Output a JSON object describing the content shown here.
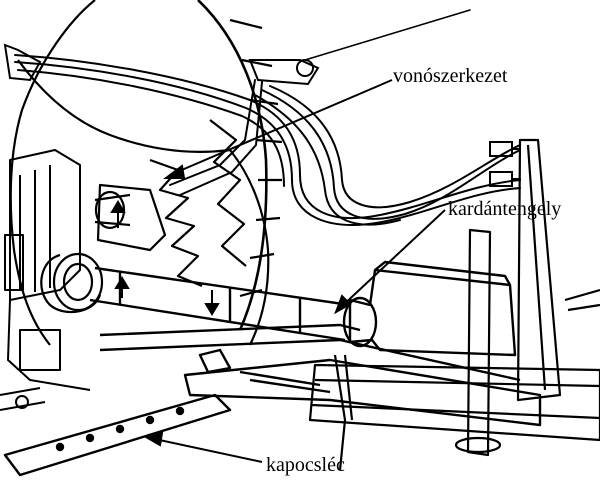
{
  "labels": {
    "linkage": "vonószerkezet",
    "driveshaft": "kardántengely",
    "drawbar": "kapocsléc"
  },
  "colors": {
    "ink": "#000000",
    "paper": "#ffffff"
  }
}
